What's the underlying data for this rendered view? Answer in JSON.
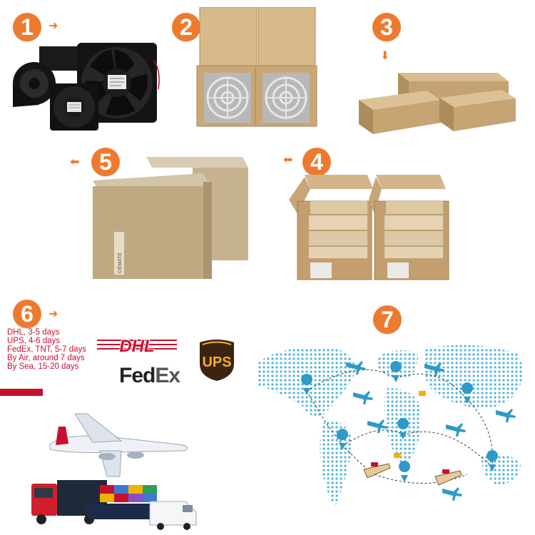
{
  "steps": [
    {
      "number": "1",
      "arrow": "➜"
    },
    {
      "number": "2",
      "arrow": "➜"
    },
    {
      "number": "3",
      "arrow": "⬇"
    },
    {
      "number": "4",
      "arrow": "⬅"
    },
    {
      "number": "5",
      "arrow": "⬅"
    },
    {
      "number": "6",
      "arrow": "➜"
    },
    {
      "number": "7",
      "arrow": ""
    }
  ],
  "shipping_options": [
    "DHL, 3-5 days",
    "UPS, 4-6 days",
    "FedEx, TNT, 5-7 days",
    "By Air, around 7 days",
    "By Sea, 15-20 days"
  ],
  "carriers": {
    "dhl": "DHL",
    "fedex_fed": "Fed",
    "fedex_ex": "Ex",
    "ups": "UPS"
  },
  "box_label": "GEMATE",
  "colors": {
    "accent": "#ee7a2f",
    "shipping_text": "#c8102e",
    "dhl": "#c8102e",
    "ups_brown": "#3b2412",
    "ups_gold": "#f5b01a",
    "map_dots": "#4fb3d9",
    "cardboard": "#c9a777"
  }
}
